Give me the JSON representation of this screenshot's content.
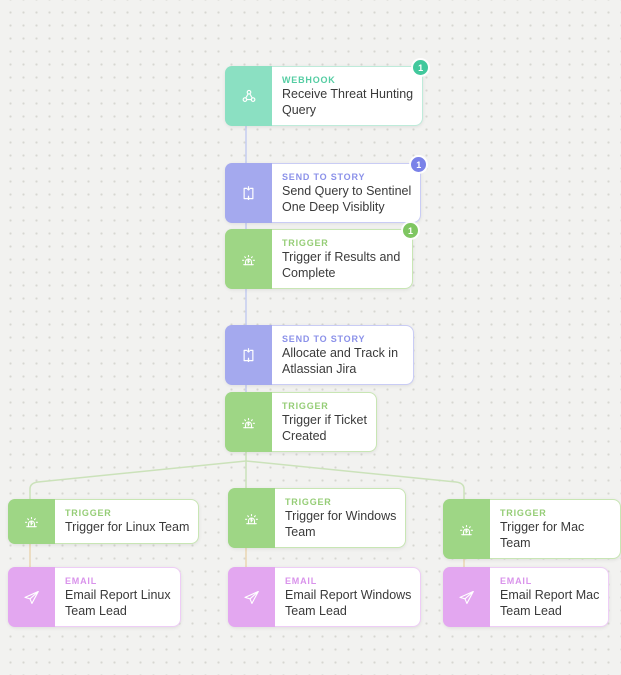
{
  "canvas": {
    "background": "#f2f2f0",
    "dot_color": "#d6d6d1"
  },
  "types": {
    "webhook": {
      "label": "WEBHOOK",
      "accent": "#8BE0C2",
      "border": "#BEEBDA",
      "label_color": "#55CDA3",
      "badge": "#41C89C"
    },
    "story": {
      "label": "SEND TO STORY",
      "accent": "#A4A9EE",
      "border": "#C9CCF5",
      "label_color": "#8B91E9",
      "badge": "#7A82E8"
    },
    "trigger": {
      "label": "TRIGGER",
      "accent": "#9ED685",
      "border": "#C8E6B4",
      "label_color": "#95CD76",
      "badge": "#7FC662"
    },
    "email": {
      "label": "EMAIL",
      "accent": "#E3A7F0",
      "border": "#EECDF6",
      "label_color": "#D993EB",
      "badge": "#D77FE9"
    }
  },
  "nodes": [
    {
      "type": "webhook",
      "title": "Receive Threat Hunting\nQuery",
      "badge": "1"
    },
    {
      "type": "story",
      "title": "Send Query to Sentinel\nOne Deep Visiblity",
      "badge": "1"
    },
    {
      "type": "trigger",
      "title": "Trigger if Results and\nComplete",
      "badge": "1"
    },
    {
      "type": "story",
      "title": "Allocate and Track in\nAtlassian Jira"
    },
    {
      "type": "trigger",
      "title": "Trigger if Ticket\nCreated"
    },
    {
      "type": "trigger",
      "title": "Trigger for Linux Team"
    },
    {
      "type": "trigger",
      "title": "Trigger for Windows\nTeam"
    },
    {
      "type": "trigger",
      "title": "Trigger for Mac Team"
    },
    {
      "type": "email",
      "title": "Email Report Linux\nTeam Lead"
    },
    {
      "type": "email",
      "title": "Email Report Windows\nTeam Lead"
    },
    {
      "type": "email",
      "title": "Email Report Mac\nTeam Lead"
    }
  ],
  "connector_colors": {
    "story": "#C5CDF1",
    "trigger": "#CBE2BA",
    "email": "#EBD6B2"
  }
}
